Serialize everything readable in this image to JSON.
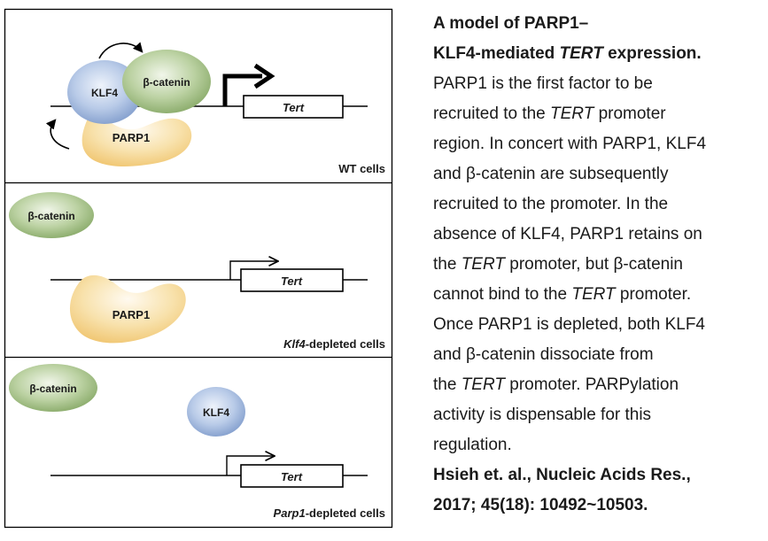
{
  "panels": {
    "wt": {
      "klf4": "KLF4",
      "beta_catenin": "β-catenin",
      "parp1": "PARP1",
      "gene": "Tert",
      "condition": "WT cells"
    },
    "klf4_depleted": {
      "beta_catenin": "β-catenin",
      "parp1": "PARP1",
      "gene": "Tert",
      "condition_italic": "Klf4",
      "condition_rest": "-depleted cells"
    },
    "parp1_depleted": {
      "beta_catenin": "β-catenin",
      "klf4": "KLF4",
      "gene": "Tert",
      "condition_italic": "Parp1",
      "condition_rest": "-depleted cells"
    }
  },
  "description": {
    "title_line1": "A model of PARP1–",
    "title_line2_a": "KLF4-mediated ",
    "title_line2_italic": "TERT",
    "title_line2_b": " expression.",
    "l3": "PARP1 is the first factor to be",
    "l4_a": "recruited to the ",
    "l4_italic": "TERT",
    "l4_b": " promoter",
    "l5": "region. In concert with PARP1, KLF4",
    "l6": "and β-catenin are subsequently",
    "l7": "recruited to the promoter. In the",
    "l8": "absence of KLF4, PARP1 retains on",
    "l9_a": "the ",
    "l9_italic": "TERT",
    "l9_b": " promoter, but β-catenin",
    "l10_a": "cannot bind to the ",
    "l10_italic": "TERT",
    "l10_b": " promoter.",
    "l11": "Once PARP1 is depleted, both KLF4",
    "l12": "and β-catenin dissociate from",
    "l13_a": "the ",
    "l13_italic": "TERT",
    "l13_b": " promoter. PARPylation",
    "l14": "activity is dispensable for this",
    "l15": "regulation.",
    "citation_line1": "Hsieh et. al., Nucleic Acids Res.,",
    "citation_line2": "2017; 45(18): 10492~10503."
  },
  "colors": {
    "klf4_fill": "#9fb6dc",
    "beta_catenin_fill": "#a9c28f",
    "parp1_fill": "#f6d996",
    "outline": "#000000",
    "text": "#1a1a1a"
  }
}
